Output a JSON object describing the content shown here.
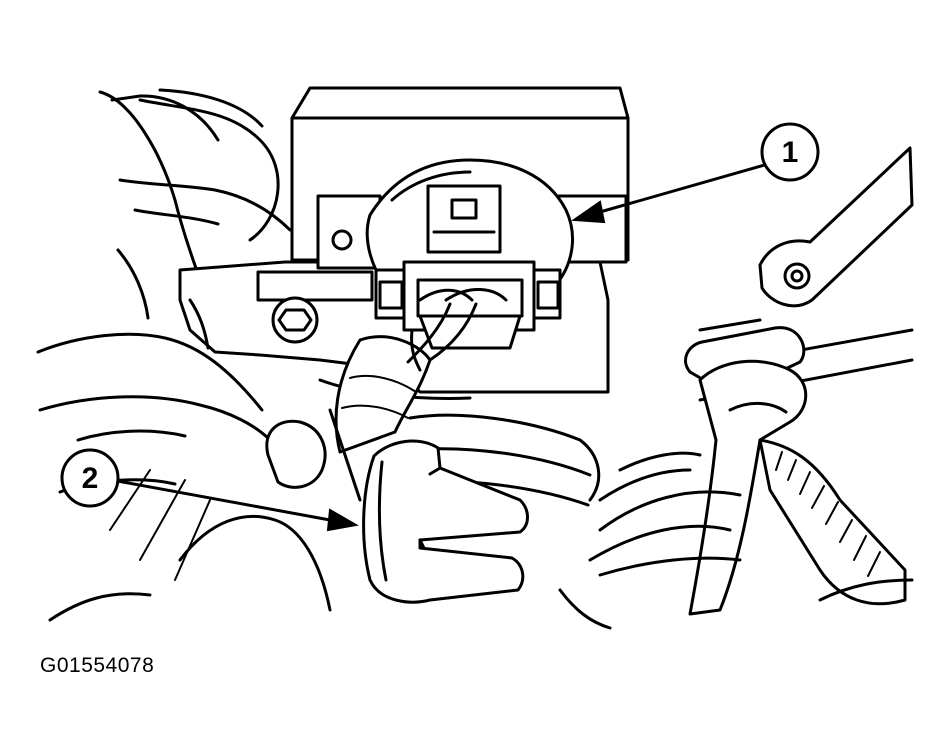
{
  "callouts": [
    {
      "label": "1"
    },
    {
      "label": "2"
    }
  ],
  "figure_code": "G01554078"
}
